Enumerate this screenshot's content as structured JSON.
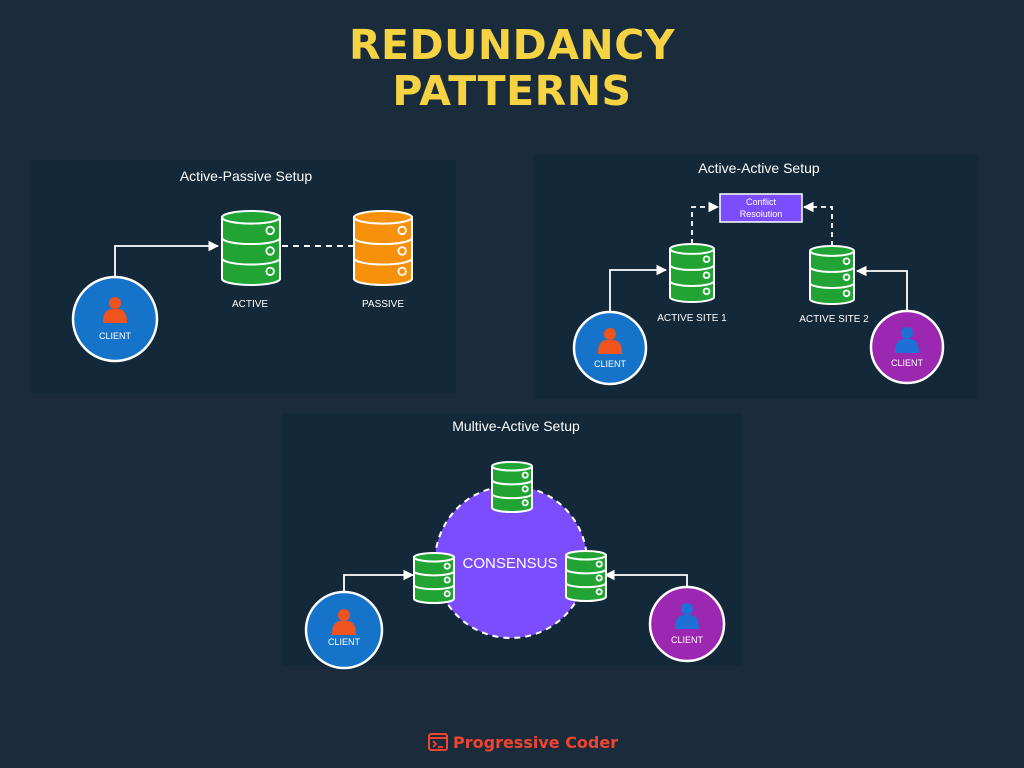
{
  "title": {
    "line1": "REDUNDANCY",
    "line2": "PATTERNS"
  },
  "colors": {
    "background": "#1a2b3c",
    "panel": "#132839",
    "title": "#f6d343",
    "active_db": "#22a435",
    "passive_db": "#f7900a",
    "client_blue": "#1573c9",
    "client_purple": "#9c27b0",
    "consensus": "#7c4dff",
    "conflict_box": "#7c4dff",
    "brand": "#f0442f"
  },
  "active_passive": {
    "heading": "Active-Passive Setup",
    "client_label": "CLIENT",
    "active_label": "ACTIVE",
    "passive_label": "PASSIVE"
  },
  "active_active": {
    "heading": "Active-Active Setup",
    "conflict_label_line1": "Conflict",
    "conflict_label_line2": "Resolution",
    "site1_label": "ACTIVE SITE 1",
    "site2_label": "ACTIVE SITE 2",
    "client1_label": "CLIENT",
    "client2_label": "CLIENT"
  },
  "multi_active": {
    "heading": "Multive-Active Setup",
    "consensus_label": "CONSENSUS",
    "client1_label": "CLIENT",
    "client2_label": "CLIENT"
  },
  "brand": {
    "name": "Progressive Coder",
    "icon": "terminal-icon"
  }
}
